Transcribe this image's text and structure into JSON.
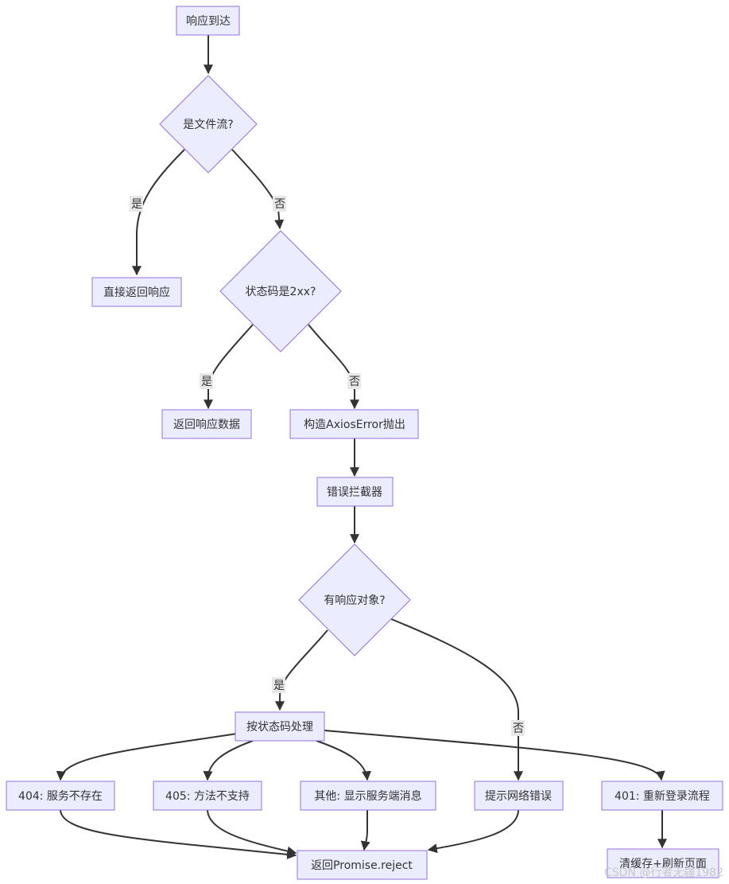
{
  "nodes": {
    "response_arrive": "响应到达",
    "is_file_stream": "是文件流?",
    "return_response_direct": "直接返回响应",
    "status_2xx": "状态码是2xx?",
    "return_response_data": "返回响应数据",
    "build_axios_error": "构造AxiosError抛出",
    "error_interceptor": "错误拦截器",
    "has_response": "有响应对象?",
    "handle_by_status": "按状态码处理",
    "status_404": "404: 服务不存在",
    "status_405": "405: 方法不支持",
    "other_show_msg": "其他: 显示服务端消息",
    "network_error": "提示网络错误",
    "status_401": "401: 重新登录流程",
    "return_reject": "返回Promise.reject",
    "clear_cache_refresh": "清缓存+刷新页面"
  },
  "edge_labels": {
    "file_yes": "是",
    "file_no": "否",
    "status_yes": "是",
    "status_no": "否",
    "response_yes": "是",
    "response_no": "否"
  },
  "watermark": "CSDN @行者无疆1982",
  "colors": {
    "node_fill": "#ececff",
    "node_stroke": "#9370db",
    "edge": "#333333",
    "label_bg": "#e8e8e8"
  }
}
